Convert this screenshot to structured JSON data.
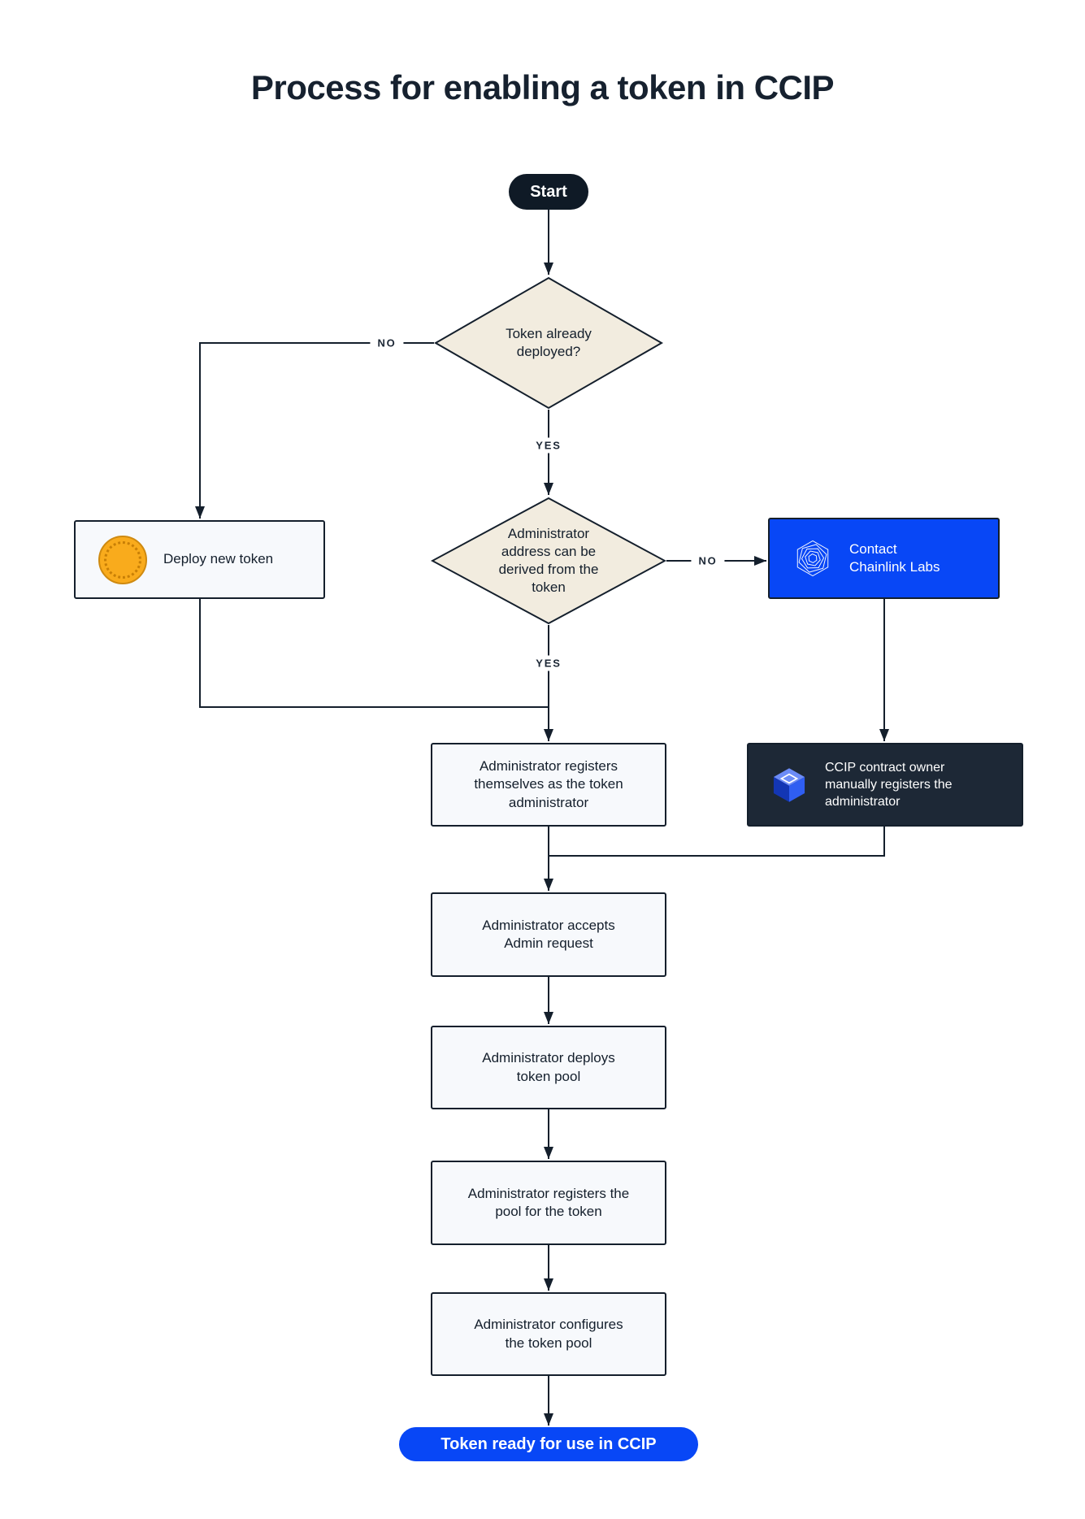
{
  "title": "Process for enabling a token in CCIP",
  "nodes": {
    "start": {
      "label": "Start",
      "type": "terminal"
    },
    "token_deployed": {
      "label": "Token already deployed?",
      "type": "decision"
    },
    "deploy_new_token": {
      "label": "Deploy new token",
      "type": "process",
      "icon": "gold-coin-icon"
    },
    "admin_derivable": {
      "label": "Administrator address can be derived from the token",
      "type": "decision"
    },
    "contact_chainlink": {
      "label": "Contact Chainlink Labs",
      "type": "process",
      "icon": "chainlink-logo-icon"
    },
    "register_self": {
      "label": "Administrator registers themselves as the token administrator",
      "type": "process"
    },
    "ccip_owner_registers": {
      "label": "CCIP contract owner manually registers the administrator",
      "type": "process",
      "icon": "ccip-cube-icon"
    },
    "accept_admin": {
      "label": "Administrator accepts Admin request",
      "type": "process"
    },
    "deploy_pool": {
      "label": "Administrator deploys token pool",
      "type": "process"
    },
    "register_pool": {
      "label": "Administrator registers the pool for the token",
      "type": "process"
    },
    "configure_pool": {
      "label": "Administrator configures the token pool",
      "type": "process"
    },
    "end": {
      "label": "Token ready for use in CCIP",
      "type": "terminal"
    }
  },
  "edge_labels": {
    "token_deployed_no": "NO",
    "token_deployed_yes": "YES",
    "admin_derivable_no": "NO",
    "admin_derivable_yes": "YES"
  },
  "colors": {
    "ink": "#141f2c",
    "diamond_fill": "#f2ecdf",
    "box_fill": "#f7f9fc",
    "accent_blue": "#0847f6",
    "dark_box": "#1d2836",
    "terminal_dark": "#0f1a26",
    "coin_gold": "#f9ab1c"
  }
}
